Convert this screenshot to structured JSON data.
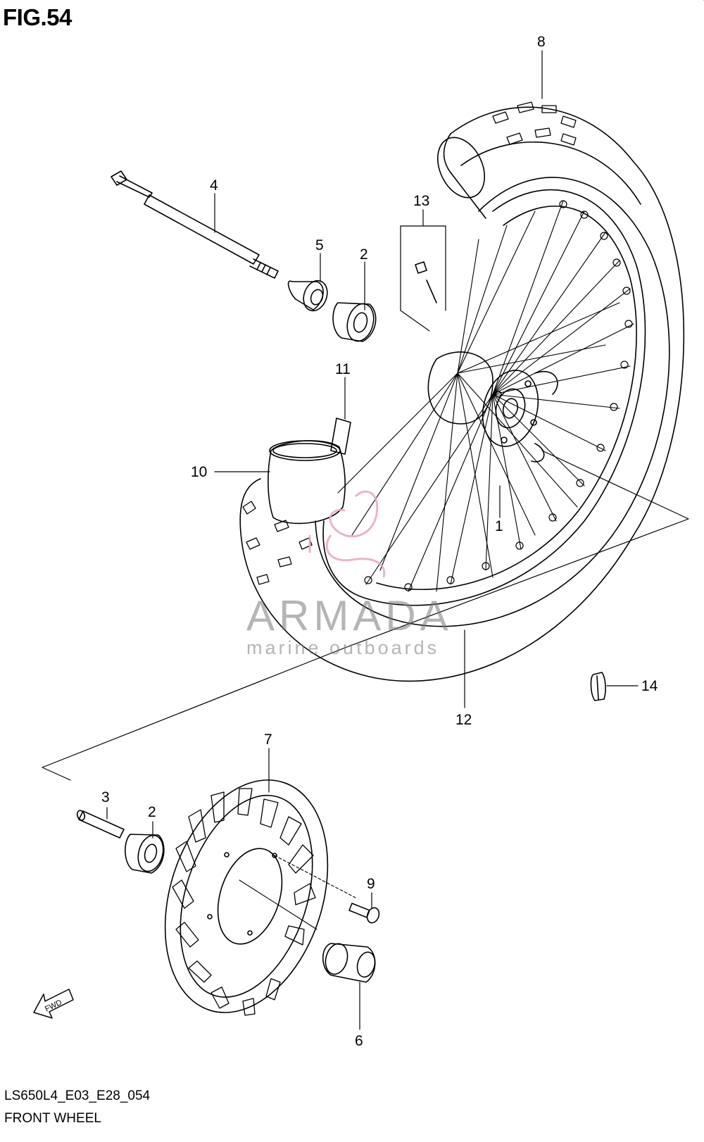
{
  "figure": {
    "title": "FIG.54",
    "code": "LS650L4_E03_E28_054",
    "name": "FRONT WHEEL"
  },
  "watermark": {
    "brand": "ARMADA",
    "subtitle": "marine outboards",
    "accent_color": "#e7a6c6"
  },
  "fwd_badge": "FWD",
  "callouts": [
    {
      "id": "callout-1",
      "label": "1"
    },
    {
      "id": "callout-2-upper",
      "label": "2"
    },
    {
      "id": "callout-2-lower",
      "label": "2"
    },
    {
      "id": "callout-3",
      "label": "3"
    },
    {
      "id": "callout-4",
      "label": "4"
    },
    {
      "id": "callout-5",
      "label": "5"
    },
    {
      "id": "callout-6",
      "label": "6"
    },
    {
      "id": "callout-7",
      "label": "7"
    },
    {
      "id": "callout-8",
      "label": "8"
    },
    {
      "id": "callout-9",
      "label": "9"
    },
    {
      "id": "callout-10",
      "label": "10"
    },
    {
      "id": "callout-11",
      "label": "11"
    },
    {
      "id": "callout-12",
      "label": "12"
    },
    {
      "id": "callout-13",
      "label": "13"
    },
    {
      "id": "callout-14",
      "label": "14"
    }
  ]
}
